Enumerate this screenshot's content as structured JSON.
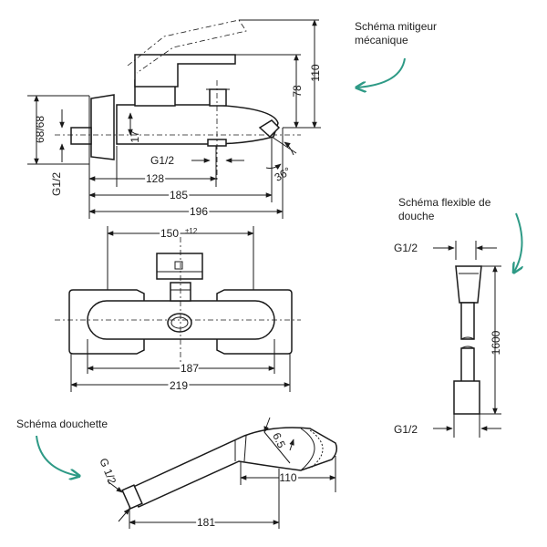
{
  "captions": {
    "mixer": "Schéma mitigeur\nmécanique",
    "hose": "Schéma flexible de\ndouche",
    "handshower": "Schéma douchette"
  },
  "accent_color": "#2e9a86",
  "side_view": {
    "dim_110": "110",
    "dim_78": "78",
    "dim_6868": "68/68",
    "dim_17": "17",
    "thread_left": "G1/2",
    "thread_bottom": "G1/2",
    "dim_128": "128",
    "dim_185": "185",
    "dim_196": "196",
    "angle": "36°"
  },
  "front_view": {
    "dim_150": "150",
    "dim_150_tol": "±12",
    "dim_187": "187",
    "dim_219": "219"
  },
  "hose_view": {
    "thread_top": "G1/2",
    "thread_bottom": "G1/2",
    "length": "1600"
  },
  "handshower_view": {
    "thread": "G 1/2",
    "dim_65": "6.5",
    "dim_110": "110",
    "dim_181": "181"
  }
}
